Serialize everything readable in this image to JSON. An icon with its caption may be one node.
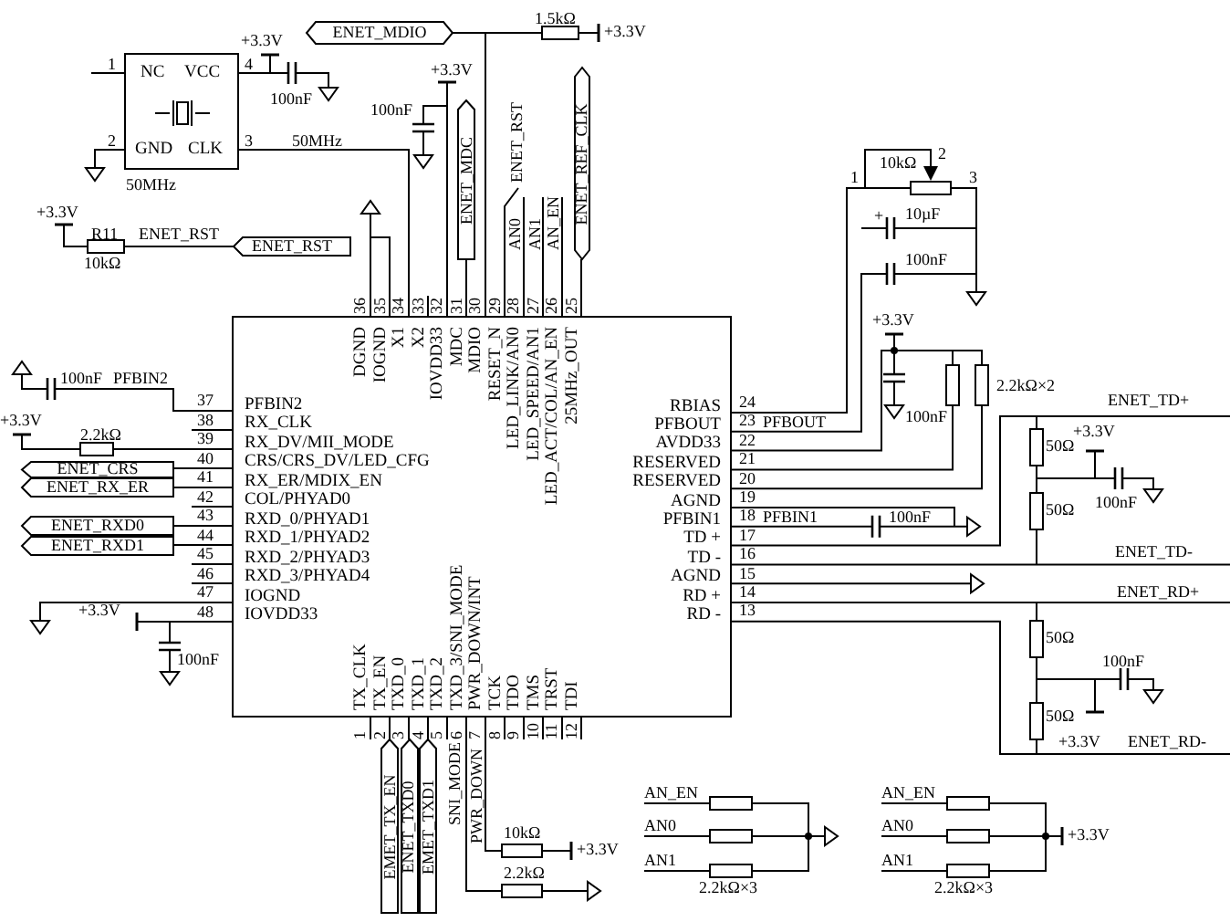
{
  "diagram": {
    "nodes": [
      {
        "text": [
          "NC",
          "VCC",
          "GND",
          "CLK"
        ],
        "beside": [
          "50MHz"
        ]
      },
      {
        "text": [
          "ENET_MDIO"
        ]
      },
      {
        "text": [
          "ENET_MDC"
        ]
      },
      {
        "text": [
          "ENET_REF_CLK"
        ]
      },
      {
        "text": [
          "ENET_RST"
        ]
      },
      {
        "text": [
          "DGND",
          "IOGND",
          "X1",
          "X2",
          "IOVDD33",
          "MDC",
          "MDIO",
          "RESET_N",
          "LED_LINK/AN0",
          "LED_SPEED/AN1",
          "LED_ACT/COL/AN_EN",
          "25MHz_OUT",
          "PFBIN2",
          "RX_CLK",
          "RX_DV/MII_MODE",
          "CRS/CRS_DV/LED_CFG",
          "RX_ER/MDIX_EN",
          "COL/PHYAD0",
          "RXD_0/PHYAD1",
          "RXD_1/PHYAD2",
          "RXD_2/PHYAD3",
          "RXD_3/PHYAD4",
          "IOGND",
          "IOVDD33",
          "RBIAS",
          "PFBOUT",
          "AVDD33",
          "RESERVED",
          "RESERVED",
          "AGND",
          "PFBIN1",
          "TD +",
          "TD -",
          "AGND",
          "RD +",
          "RD -",
          "TX_CLK",
          "TX_EN",
          "TXD_0",
          "TXD_1",
          "TXD_2",
          "TXD_3/SNI_MODE",
          "PWR_DOWN/INT",
          "TCK",
          "TDO",
          "TMS",
          "TRST",
          "TDI"
        ]
      },
      {
        "text": [
          "ENET_CRS"
        ]
      },
      {
        "text": [
          "ENET_RX_ER"
        ]
      },
      {
        "text": [
          "ENET_RXD0"
        ]
      },
      {
        "text": [
          "ENET_RXD1"
        ]
      },
      {
        "text": [
          "EMET_TX_EN"
        ]
      },
      {
        "text": [
          "ENET_TXD0"
        ]
      },
      {
        "text": [
          "EMET_TXD1"
        ]
      }
    ],
    "edges": [
      {
        "from": 1,
        "to": 5,
        "arrow": "none"
      },
      {
        "from": 2,
        "to": 5,
        "arrow": "none"
      },
      {
        "from": 3,
        "to": 5,
        "arrow": "none"
      },
      {
        "from": 0,
        "to": 5,
        "arrow": "none"
      },
      {
        "from": 6,
        "to": 5,
        "arrow": "none"
      },
      {
        "from": 7,
        "to": 5,
        "arrow": "none"
      },
      {
        "from": 8,
        "to": 5,
        "arrow": "none"
      },
      {
        "from": 9,
        "to": 5,
        "arrow": "none"
      },
      {
        "from": 10,
        "to": 5,
        "arrow": "none"
      },
      {
        "from": 11,
        "to": 5,
        "arrow": "none"
      },
      {
        "from": 12,
        "to": 5,
        "arrow": "none"
      }
    ],
    "labels": [
      "1",
      "2",
      "4",
      "3",
      "+3.3V",
      "100nF",
      "50MHz",
      "1.5kΩ",
      "+3.3V",
      "+3.3V",
      "100nF",
      "+3.3V",
      "R11",
      "ENET_RST",
      "10kΩ",
      "ENET_RST",
      "AN0",
      "AN1",
      "AN_EN",
      "36",
      "35",
      "34",
      "33",
      "32",
      "31",
      "30",
      "29",
      "28",
      "27",
      "26",
      "25",
      "10kΩ",
      "2",
      "1",
      "3",
      "+",
      "10µF",
      "100nF",
      "+3.3V",
      "2.2kΩ×2",
      "100nF",
      "ENET_TD+",
      "+3.3V",
      "50Ω",
      "100nF",
      "PFBIN2",
      "+3.3V",
      "2.2kΩ",
      "37",
      "38",
      "39",
      "40",
      "41",
      "42",
      "43",
      "44",
      "45",
      "46",
      "47",
      "48",
      "24",
      "23",
      "22",
      "21",
      "20",
      "19",
      "18",
      "17",
      "16",
      "15",
      "14",
      "13",
      "PFBOUT",
      "50Ω",
      "100nF",
      "PFBIN1",
      "100nF",
      "ENET_TD-",
      "ENET_RD+",
      "+3.3V",
      "100nF",
      "50Ω",
      "100nF",
      "50Ω",
      "+3.3V",
      "ENET_RD-",
      "1",
      "2",
      "3",
      "4",
      "5",
      "6",
      "7",
      "8",
      "9",
      "10",
      "11",
      "12",
      "SNI_MODE",
      "PWR_DOWN",
      "10kΩ",
      "+3.3V",
      "2.2kΩ",
      "AN_EN",
      "AN0",
      "AN1",
      "2.2kΩ×3",
      "AN_EN",
      "AN0",
      "AN1",
      "+3.3V",
      "2.2kΩ×3"
    ]
  }
}
